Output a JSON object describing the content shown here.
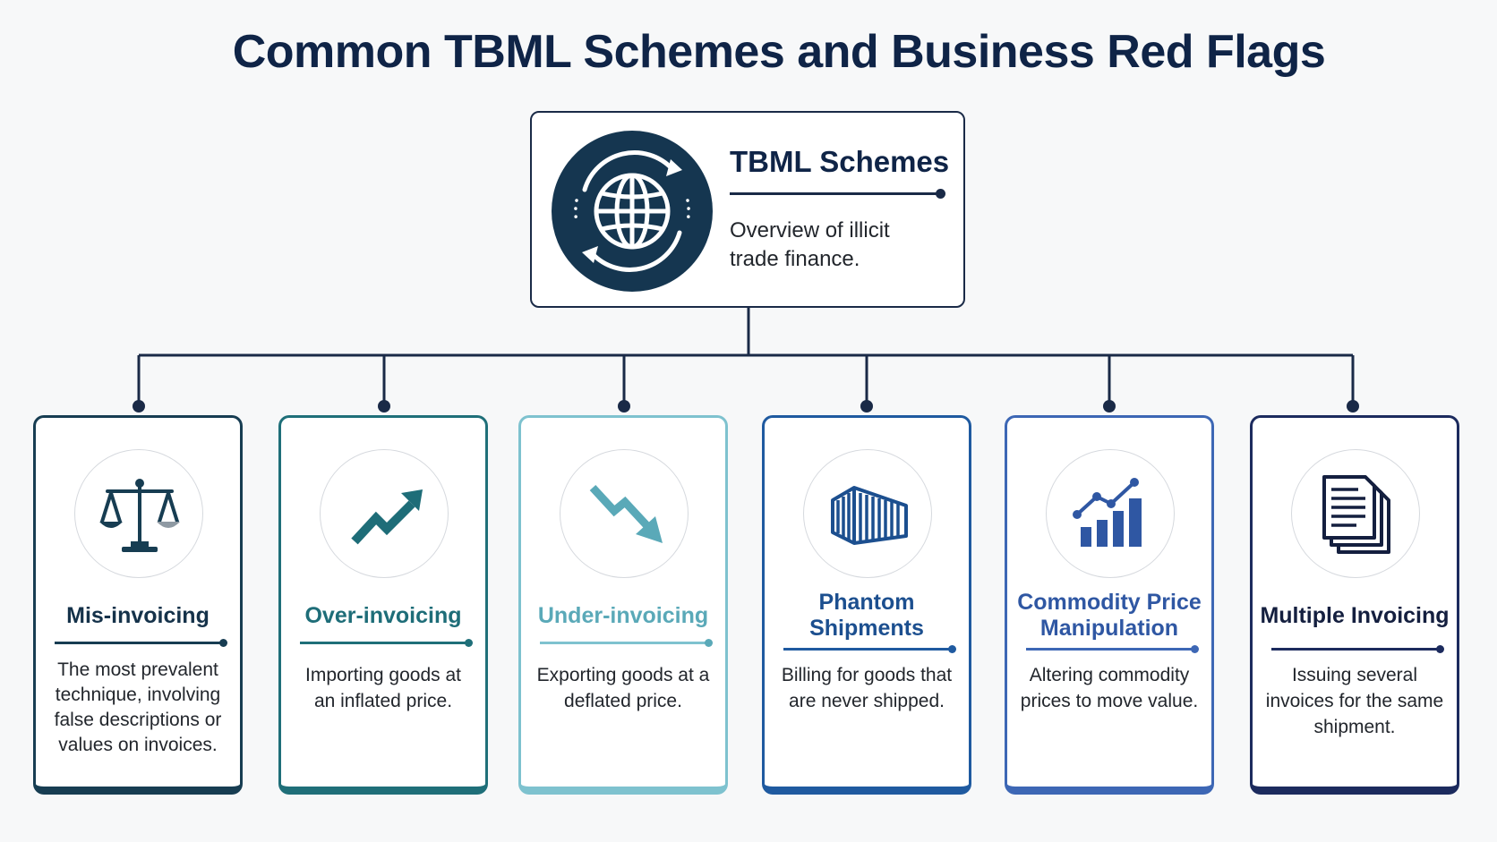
{
  "title": "Common TBML Schemes and Business Red Flags",
  "root": {
    "title": "TBML Schemes",
    "description": "Overview of illicit trade finance.",
    "icon": "globe-icon"
  },
  "schemes": [
    {
      "title": "Mis-invoicing",
      "description": "The most prevalent technique, involving false descriptions or values on invoices.",
      "icon": "scales-icon",
      "accent_color": "#173d52",
      "title_color": "#15324a"
    },
    {
      "title": "Over-invoicing",
      "description": "Importing goods at an inflated price.",
      "icon": "trend-up-icon",
      "accent_color": "#1f6f79",
      "title_color": "#1e6d78"
    },
    {
      "title": "Under-invoicing",
      "description": "Exporting goods at a deflated price.",
      "icon": "trend-down-icon",
      "accent_color": "#7ec2cf",
      "title_color": "#5aa9b8"
    },
    {
      "title": "Phantom Shipments",
      "description": "Billing for goods that are never shipped.",
      "icon": "shipping-container-icon",
      "accent_color": "#1f5aa0",
      "title_color": "#1c4f8f"
    },
    {
      "title": "Commodity Price Manipulation",
      "description": "Altering commodity prices to move value.",
      "icon": "bar-chart-icon",
      "accent_color": "#3d67b5",
      "title_color": "#2f57a3"
    },
    {
      "title": "Multiple Invoicing",
      "description": "Issuing several invoices for the same shipment.",
      "icon": "documents-icon",
      "accent_color": "#1c2b5e",
      "title_color": "#141f3f"
    }
  ]
}
